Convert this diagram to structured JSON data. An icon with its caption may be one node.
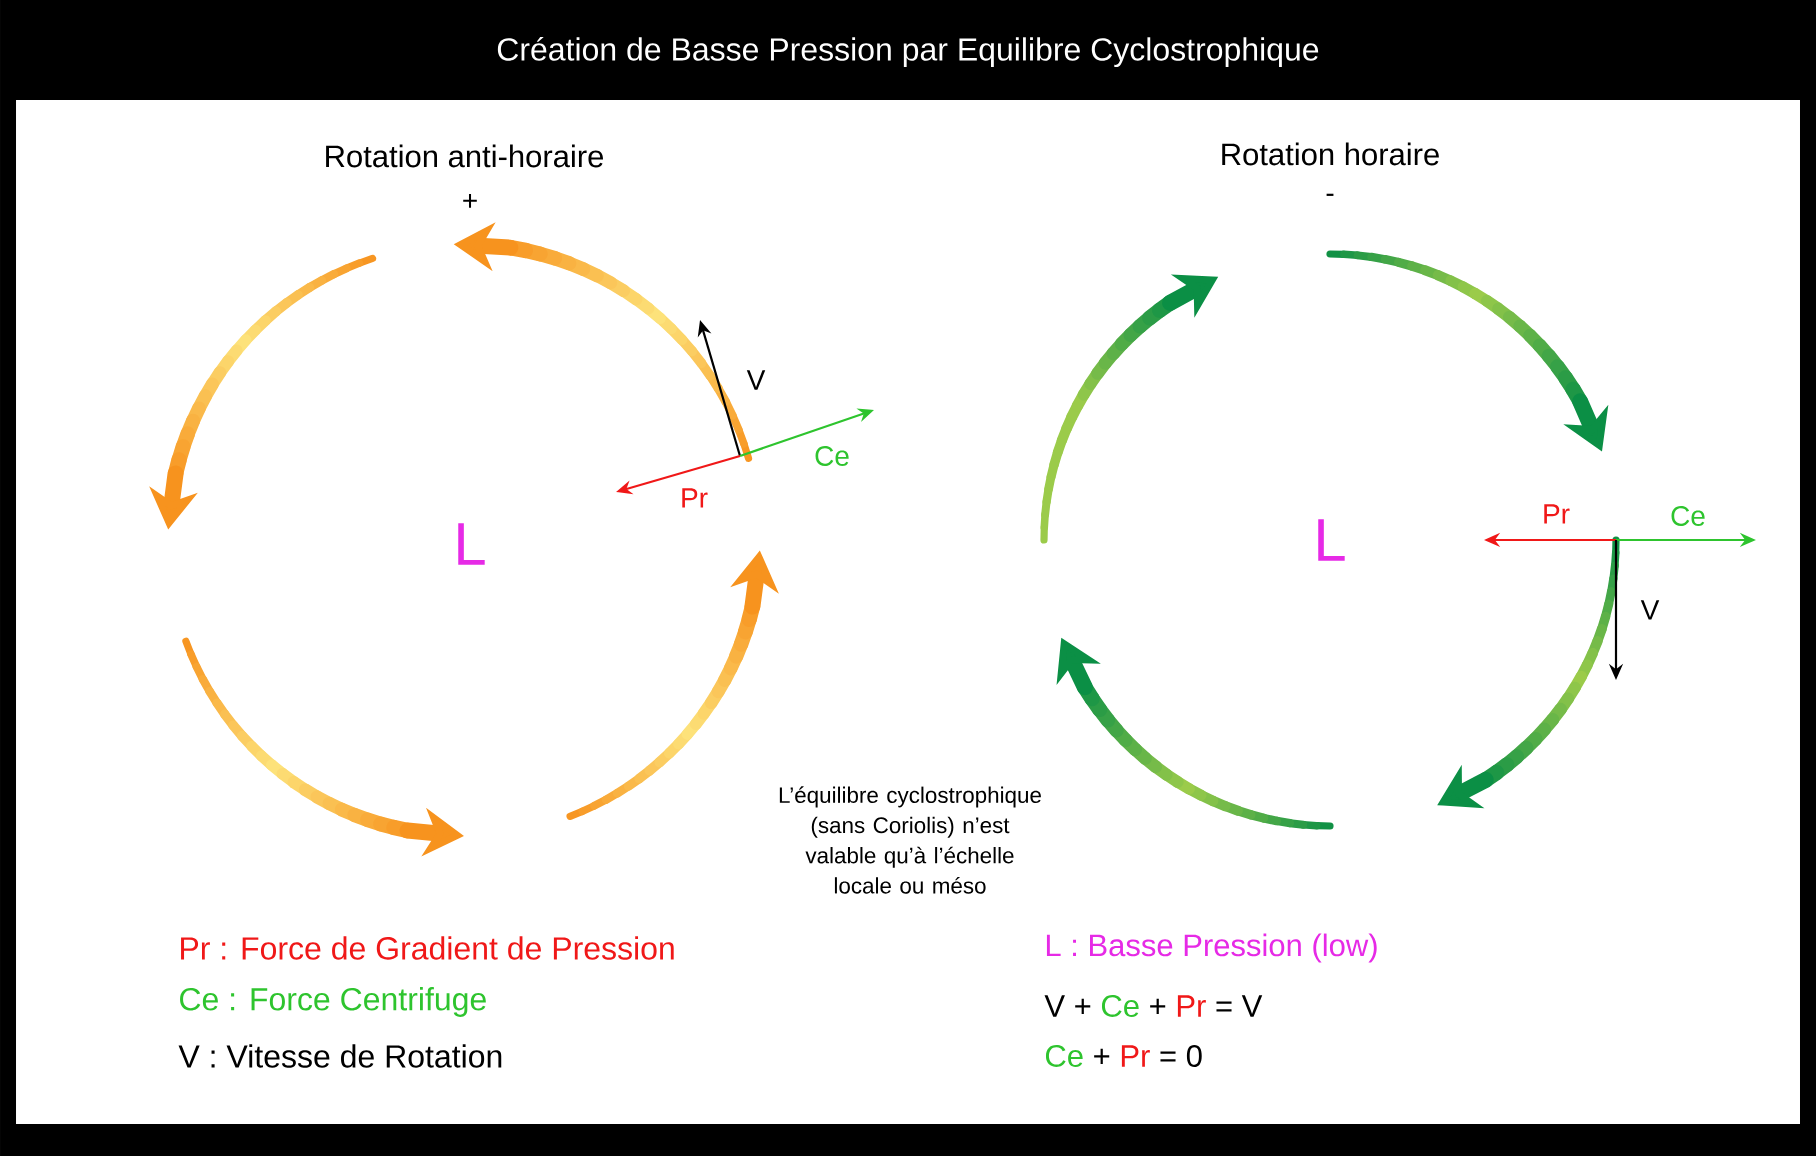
{
  "diagram": {
    "title": "Création de Basse Pression par Equilibre Cyclostrophique",
    "labels": [
      "Rotation anti-horaire",
      "+",
      "Rotation horaire",
      "-",
      "V",
      "Ce",
      "Pr",
      "L",
      "Pr",
      "Ce",
      "L",
      "V",
      "L’équilibre cyclostrophique (sans Coriolis) n’est valable qu’à l’échelle locale ou méso",
      "Pr : Force de Gradient de Pression",
      "L : Basse Pression (low)",
      "Ce : Force Centrifuge",
      "V + Ce + Pr = V",
      "V : Vitesse de Rotation",
      "Ce + Pr = 0"
    ]
  }
}
